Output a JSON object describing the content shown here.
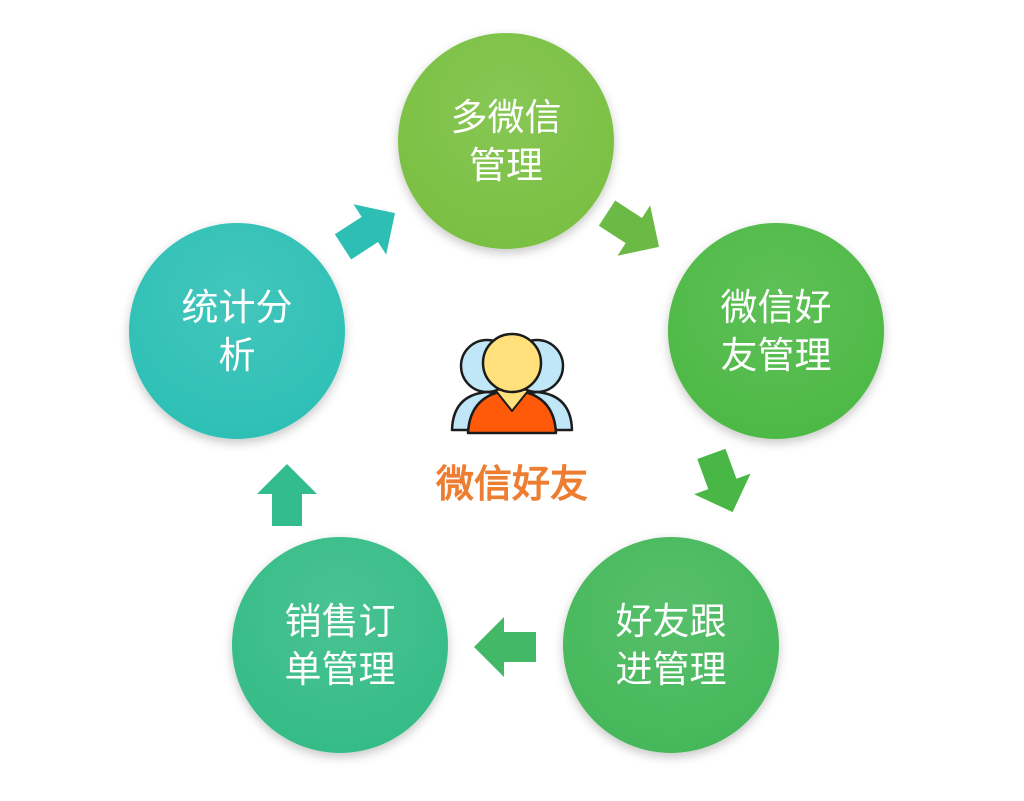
{
  "center": {
    "label": "微信好友",
    "icon": "user-group-icon",
    "label_color": "#ED7D31"
  },
  "nodes": [
    {
      "id": "multi-wechat",
      "lines": [
        "多微信",
        "管理"
      ],
      "color": "#7AC043"
    },
    {
      "id": "friend-management",
      "lines": [
        "微信好",
        "友管理"
      ],
      "color": "#4DB944"
    },
    {
      "id": "friend-followup",
      "lines": [
        "好友跟",
        "进管理"
      ],
      "color": "#45B85A"
    },
    {
      "id": "sales-order",
      "lines": [
        "销售订",
        "单管理"
      ],
      "color": "#34BC86"
    },
    {
      "id": "statistics",
      "lines": [
        "统计分",
        "析"
      ],
      "color": "#2EC0B5"
    }
  ],
  "arrows": [
    {
      "from": "multi-wechat",
      "to": "friend-management",
      "color": "#6CBA46"
    },
    {
      "from": "friend-management",
      "to": "friend-followup",
      "color": "#49B746"
    },
    {
      "from": "friend-followup",
      "to": "sales-order",
      "color": "#43B866"
    },
    {
      "from": "sales-order",
      "to": "statistics",
      "color": "#33BC8E"
    },
    {
      "from": "statistics",
      "to": "multi-wechat",
      "color": "#2DBFB4"
    }
  ]
}
